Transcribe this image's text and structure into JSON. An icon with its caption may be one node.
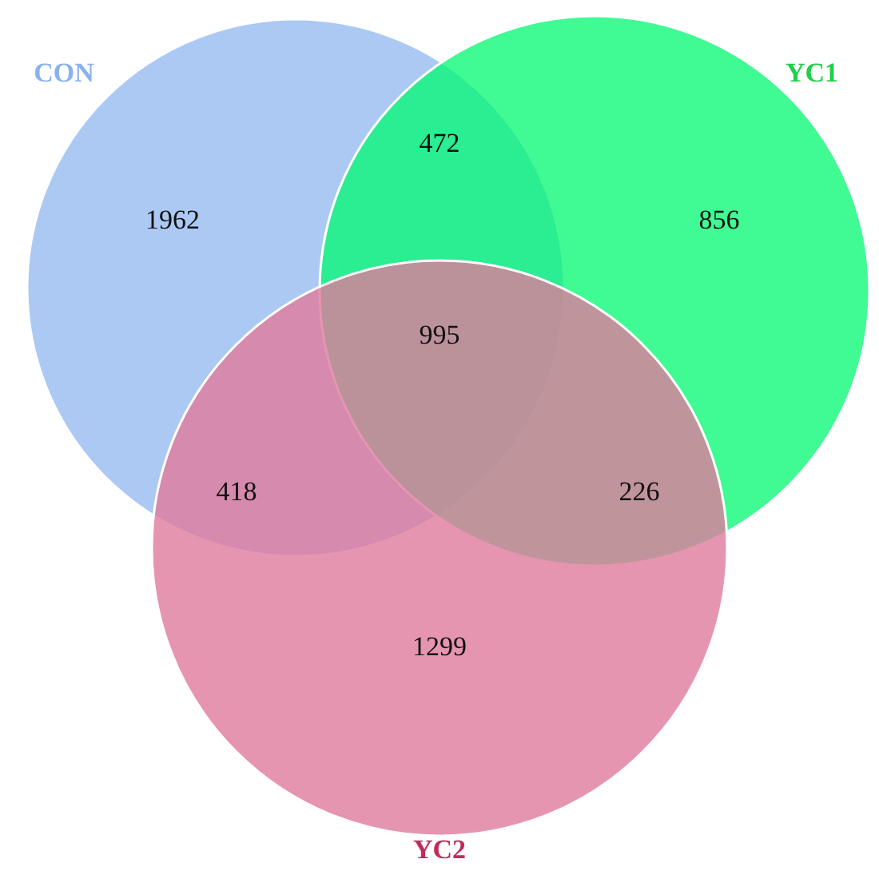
{
  "diagram": {
    "nodes": [
      {
        "text": [
          "CON"
        ]
      },
      {
        "text": [
          "YC1"
        ]
      },
      {
        "text": [
          "YC2"
        ]
      }
    ],
    "edges": [],
    "labels": [
      "472",
      "1962",
      "856",
      "995",
      "418",
      "226",
      "1299"
    ]
  }
}
